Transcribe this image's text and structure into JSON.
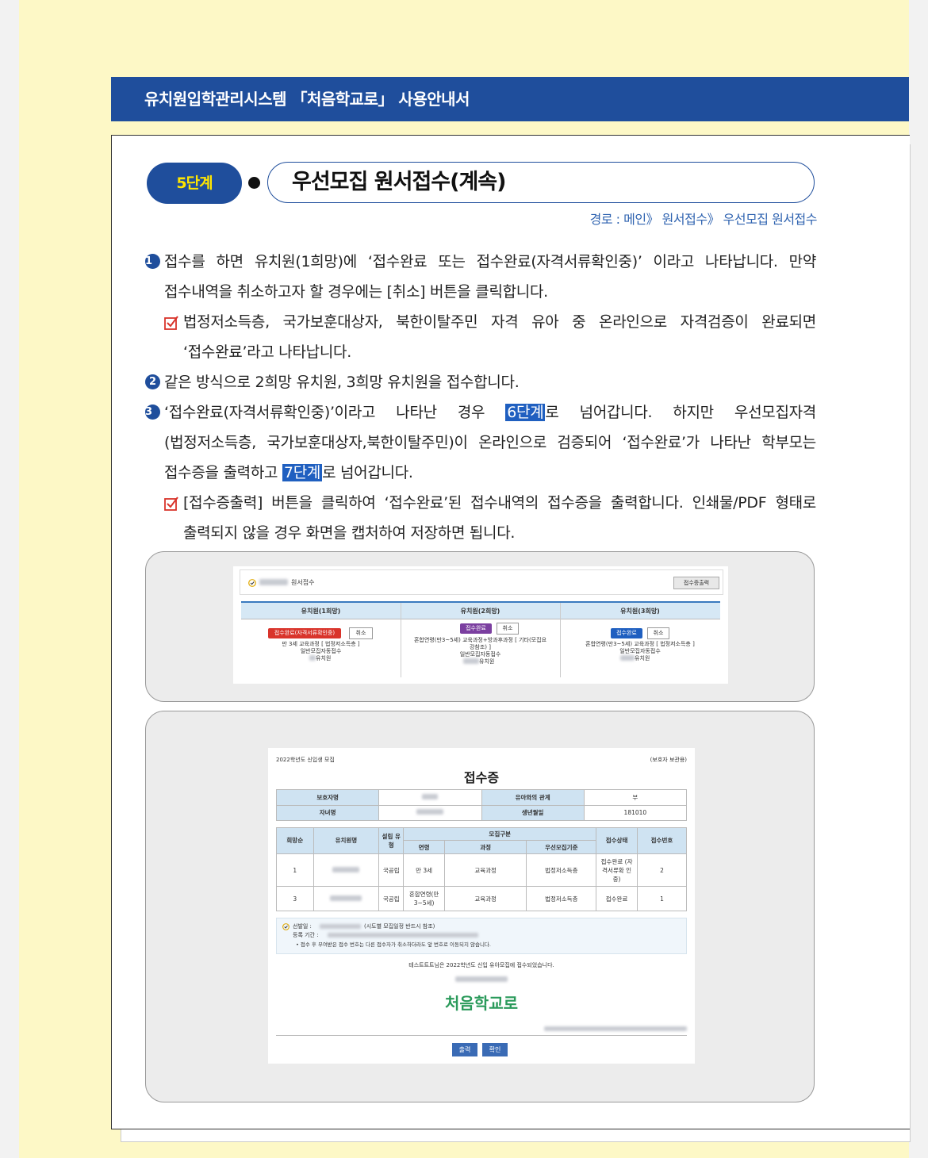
{
  "header": {
    "title": "유치원입학관리시스템 「처음학교로」 사용안내서"
  },
  "step": {
    "badge": "5단계",
    "title": "우선모집 원서접수(계속)",
    "path": "경로 : 메인》 원서접수》 우선모집 원서접수"
  },
  "items": [
    {
      "num": "1",
      "lines": [
        "접수를 하면 유치원(1희망)에 ‘접수완료 또는 접수완료(자격서류확인중)’ 이라고 나타납니다. 만약",
        "접수내역을 취소하고자 할 경우에는 [취소] 버튼을 클릭합니다."
      ],
      "check": [
        "법정저소득층, 국가보훈대상자, 북한이탈주민 자격 유아 중 온라인으로 자격검증이 완료되면",
        "‘접수완료’라고 나타납니다."
      ]
    },
    {
      "num": "2",
      "lines": [
        "같은 방식으로 2희망 유치원, 3희망 유치원을 접수합니다."
      ]
    },
    {
      "num": "3",
      "l1_pre": "‘접수완료(자격서류확인중)’이라고 나타난 경우 ",
      "l1_hl": "6단계",
      "l1_post": "로 넘어갑니다. 하지만 우선모집자격",
      "l2": "(법정저소득층, 국가보훈대상자,북한이탈주민)이 온라인으로 검증되어 ‘접수완료’가 나타난 학부모는",
      "l3_pre": "접수증을 출력하고 ",
      "l3_hl": "7단계",
      "l3_post": "로 넘어갑니다.",
      "check": [
        "[접수증출력] 버튼을 클릭하여 ‘접수완료’된 접수내역의 접수증을 출력합니다. 인쇄물/PDF 형태로",
        "출력되지 않을 경우 화면을 캡처하여 저장하면 됩니다."
      ]
    }
  ],
  "screenshot1": {
    "title": "원서접수",
    "print_button": "접수증출력",
    "columns": [
      {
        "header": "유치원(1희망)",
        "status": "접수완료(자격서류확인중)",
        "status_color": "#d9342b",
        "cancel": "취소",
        "detail": [
          "만 3세 교육과정 [ 법정저소득층 ]",
          "일반모집자동접수",
          "유치원"
        ]
      },
      {
        "header": "유치원(2희망)",
        "status": "접수완료",
        "status_color": "#7b3fa0",
        "cancel": "취소",
        "detail": [
          "혼합연령(만3~5세) 교육과정+방과후과정 [ 기타(모집요",
          "강참조) ]",
          "일반모집자동접수",
          "유치원"
        ]
      },
      {
        "header": "유치원(3희망)",
        "status": "접수완료",
        "status_color": "#1f5fc0",
        "cancel": "취소",
        "detail": [
          "혼합연령(만3~5세) 교육과정 [ 법정저소득층 ]",
          "일반모집자동접수",
          "유치원"
        ]
      }
    ]
  },
  "screenshot2": {
    "year_label": "2022학년도 신입생 모집",
    "keep_label": "(보호자 보관용)",
    "title": "접수증",
    "info": {
      "guardian_label": "보호자명",
      "relation_label": "유아와의 관계",
      "relation_value": "부",
      "child_label": "자녀명",
      "birth_label": "생년월일",
      "birth_value": "181010"
    },
    "table_headers": {
      "rank": "희망순",
      "kinder": "유치원명",
      "found": "설립 유형",
      "group": "모집구분",
      "age": "연령",
      "course": "과정",
      "priority": "우선모집기준",
      "status": "접수상태",
      "number": "접수번호"
    },
    "rows": [
      {
        "rank": "1",
        "type": "국공립",
        "age": "만 3세",
        "course": "교육과정",
        "priority": "법정저소득층",
        "status": "접수완료 (자격서류확 인중)",
        "number": "2"
      },
      {
        "rank": "3",
        "type": "국공립",
        "age": "혼합연령(만 3~5세)",
        "course": "교육과정",
        "priority": "법정저소득층",
        "status": "접수완료",
        "number": "1"
      }
    ],
    "notice": {
      "line1": "선발일 : ",
      "line1_tail": "(시도별 모집일정 반드시 참조)",
      "line2": "등록 기간 : ",
      "line3": "• 접수 후 부여받은 접수 번호는 다른 접수자가 취소하더라도 앞 번호로 이동되지 않습니다."
    },
    "confirm": "테스트트트님은 2022학년도 신입 유아모집에 접수되었습니다.",
    "logo": "처음학교로",
    "print_btn": "출력",
    "ok_btn": "확인"
  },
  "colors": {
    "brand": "#1f4e9c",
    "highlight": "#1f5fc0",
    "badge_text": "#ffe600",
    "page_bg": "#fdf8c6"
  }
}
